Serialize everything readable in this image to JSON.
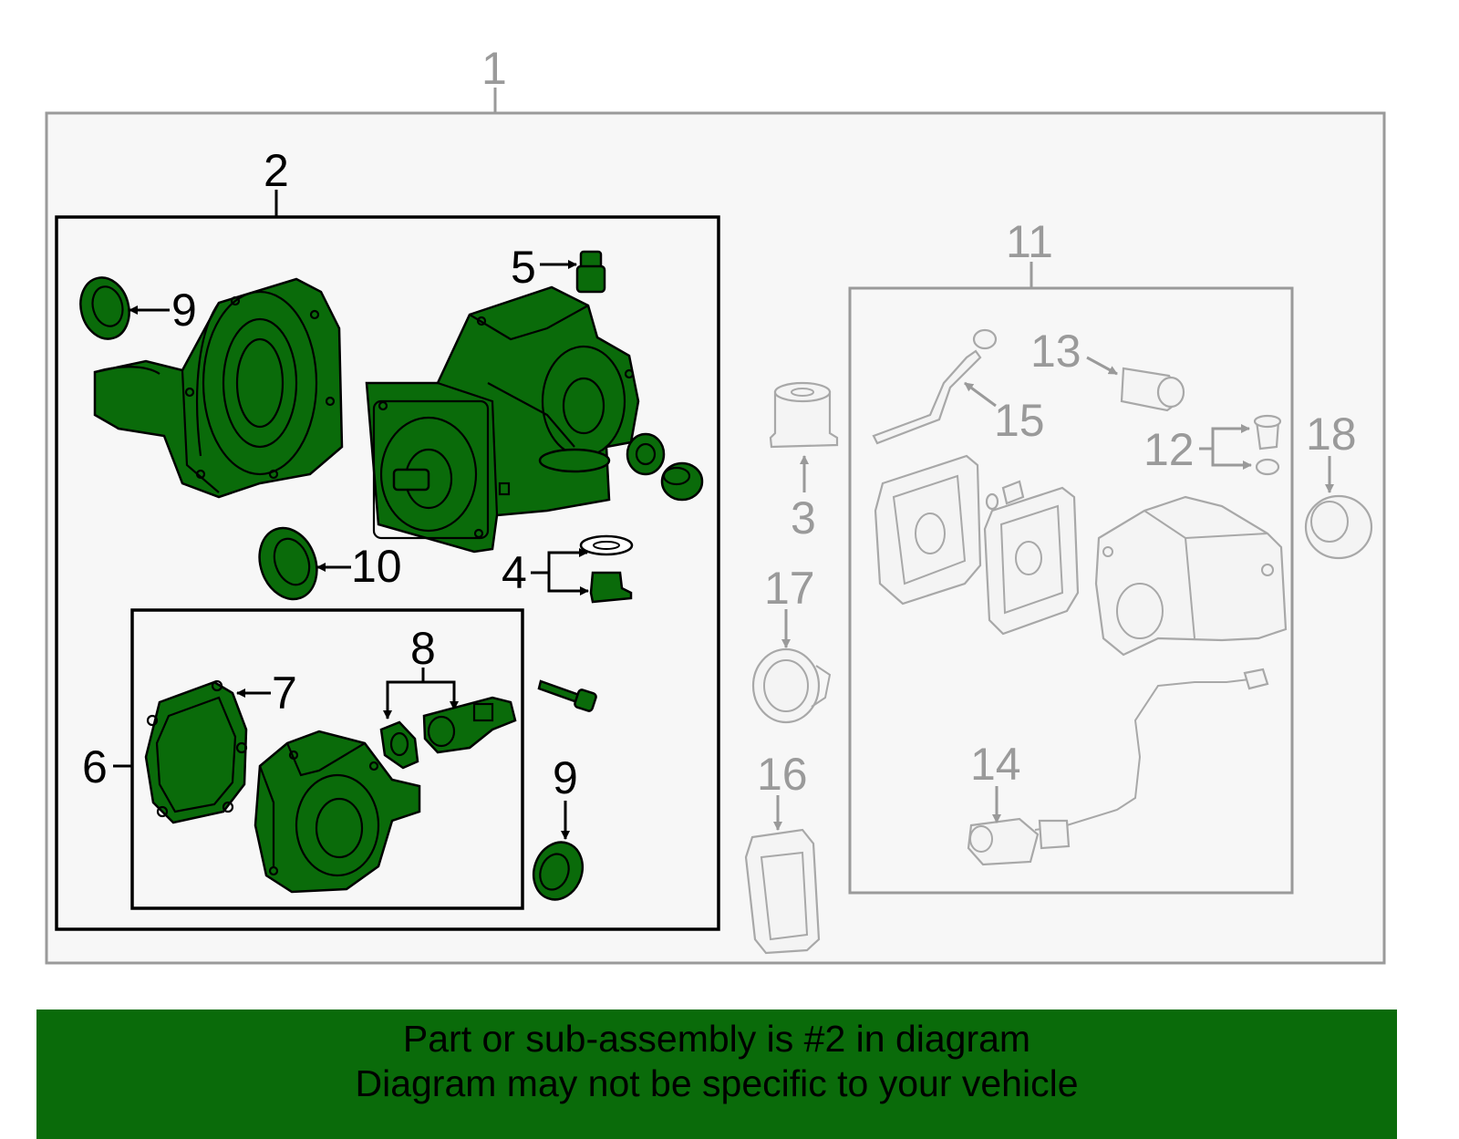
{
  "colors": {
    "highlight": "#0a6b0a",
    "muted": "#9a9a9a",
    "frame": "#000000",
    "panel": "#f7f7f7"
  },
  "callouts": {
    "c1": "1",
    "c2": "2",
    "c3": "3",
    "c4": "4",
    "c5": "5",
    "c6": "6",
    "c7": "7",
    "c8": "8",
    "c9a": "9",
    "c9b": "9",
    "c10": "10",
    "c11": "11",
    "c12": "12",
    "c13": "13",
    "c14": "14",
    "c15": "15",
    "c16": "16",
    "c17": "17",
    "c18": "18"
  },
  "banner": {
    "line1": "Part or sub-assembly is #2 in diagram",
    "line2": "Diagram may not be specific to your vehicle"
  }
}
